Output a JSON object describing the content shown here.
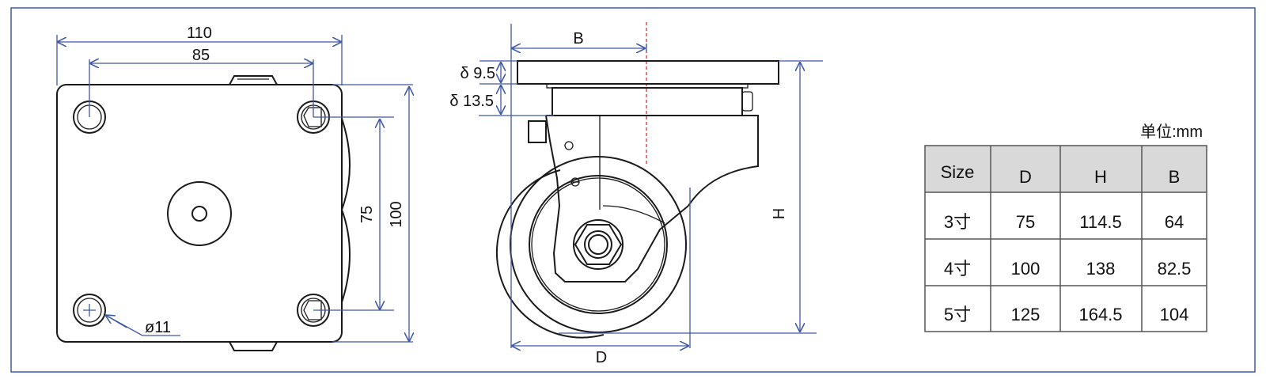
{
  "colors": {
    "dimension": "#3f58a8",
    "frame": "#3f58a8",
    "centerline": "#e03030",
    "header_bg": "#d9d9d9"
  },
  "top_view": {
    "dim_width_outer": "110",
    "dim_width_holes": "85",
    "dim_height_holes": "75",
    "dim_height_outer": "100",
    "hole_diameter": "ø11"
  },
  "side_view": {
    "dim_B": "B",
    "dim_plate_thickness": "δ 9.5",
    "dim_swivel_thickness": "δ 13.5",
    "dim_H": "H",
    "dim_D": "D"
  },
  "table": {
    "unit_label": "单位:mm",
    "headers": [
      "Size",
      "D",
      "H",
      "B"
    ],
    "rows": [
      [
        "3寸",
        "75",
        "114.5",
        "64"
      ],
      [
        "4寸",
        "100",
        "138",
        "82.5"
      ],
      [
        "5寸",
        "125",
        "164.5",
        "104"
      ]
    ]
  }
}
